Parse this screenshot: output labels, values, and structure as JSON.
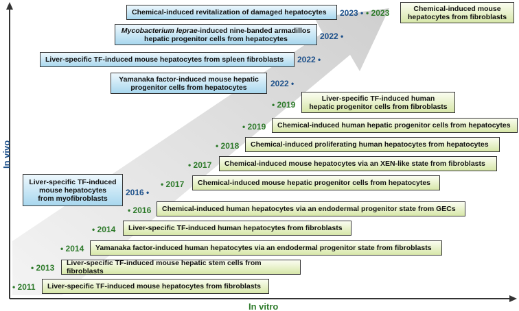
{
  "axes": {
    "y_label": "In vivo",
    "x_label": "In vitro"
  },
  "entries": [
    {
      "year": "2011",
      "category": "in-vitro",
      "line1": "Liver-specific TF-induced mouse hepatocytes from fibroblasts"
    },
    {
      "year": "2013",
      "category": "in-vitro",
      "line1": "Liver-specific TF-induced mouse hepatic stem cells from fibroblasts"
    },
    {
      "year": "2014",
      "category": "in-vitro",
      "line1": "Yamanaka factor-induced human hepatocytes via an endodermal progenitor state from fibroblasts"
    },
    {
      "year": "2014",
      "category": "in-vitro",
      "line1": "Liver-specific TF-induced human hepatocytes from fibroblasts"
    },
    {
      "year": "2016",
      "category": "in-vitro",
      "line1": "Chemical-induced human hepatocytes via an endodermal progenitor state from GECs"
    },
    {
      "year": "2017",
      "category": "in-vitro",
      "line1": "Chemical-induced mouse hepatic progenitor cells from hepatocytes"
    },
    {
      "year": "2017",
      "category": "in-vitro",
      "line1": "Chemical-induced mouse hepatocytes via an XEN-like state from fibroblasts"
    },
    {
      "year": "2018",
      "category": "in-vitro",
      "line1": "Chemical-induced proliferating human hepatocytes from hepatocytes"
    },
    {
      "year": "2019",
      "category": "in-vitro",
      "line1": "Chemical-induced human hepatic progenitor cells from hepatocytes"
    },
    {
      "year": "2019",
      "category": "in-vitro",
      "line1": "Liver-specific TF-induced human",
      "line2": "hepatic progenitor cells from fibroblasts"
    },
    {
      "year": "2023",
      "category": "in-vitro",
      "line1": "Chemical-induced mouse",
      "line2": "hepatocytes from fibroblasts"
    },
    {
      "year": "2016",
      "category": "in-vivo",
      "line1": "Liver-specific TF-induced",
      "line2": "mouse hepatocytes",
      "line3": "from myofibroblasts"
    },
    {
      "year": "2022",
      "category": "in-vivo",
      "line1": "Yamanaka factor-induced mouse hepatic",
      "line2": "progenitor cells from hepatocytes"
    },
    {
      "year": "2022",
      "category": "in-vivo",
      "line1": "Liver-specific TF-induced mouse hepatocytes from spleen fibroblasts"
    },
    {
      "year": "2022",
      "category": "in-vivo",
      "line1_italic": "Mycobacterium leprae",
      "line1": "-induced nine-banded armadillos",
      "line2": "hepatic progenitor cells from hepatocytes"
    },
    {
      "year": "2023",
      "category": "in-vivo",
      "line1": "Chemical-induced revitalization of damaged hepatocytes"
    }
  ]
}
